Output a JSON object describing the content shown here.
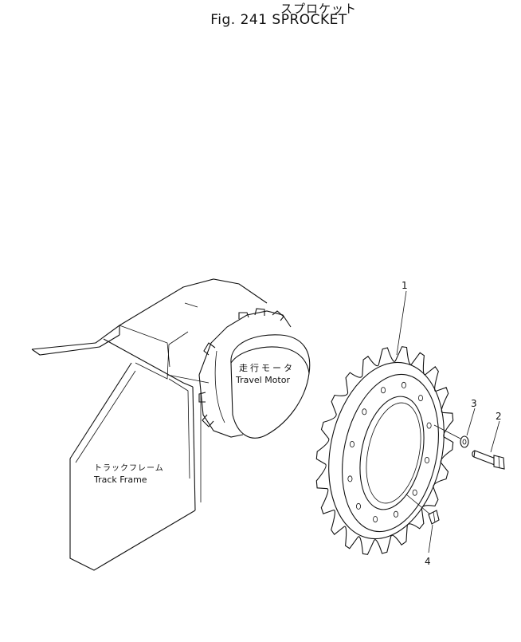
{
  "title": {
    "japanese": "スプロケット",
    "english": "Fig. 241  SPROCKET"
  },
  "labels": {
    "travel_motor_jp": "走行モータ",
    "travel_motor_en": "Travel Motor",
    "track_frame_jp": "トラックフレーム",
    "track_frame_en": "Track Frame"
  },
  "callouts": {
    "sprocket": "1",
    "bolt": "2",
    "washer": "3",
    "plug": "4"
  }
}
